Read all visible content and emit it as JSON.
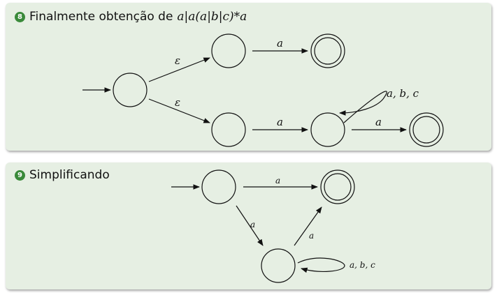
{
  "block8": {
    "number": "8",
    "title": "Finalmente obtenção de",
    "regex": "a|a(a|b|c)*a",
    "labels": {
      "eps_top": "ε",
      "eps_bottom": "ε",
      "a_top": "a",
      "a_mid": "a",
      "a_final": "a",
      "loop": "a, b, c"
    }
  },
  "block9": {
    "number": "9",
    "title": "Simplificando",
    "labels": {
      "a_top": "a",
      "a_down": "a",
      "a_up": "a",
      "loop": "a, b, c"
    }
  }
}
